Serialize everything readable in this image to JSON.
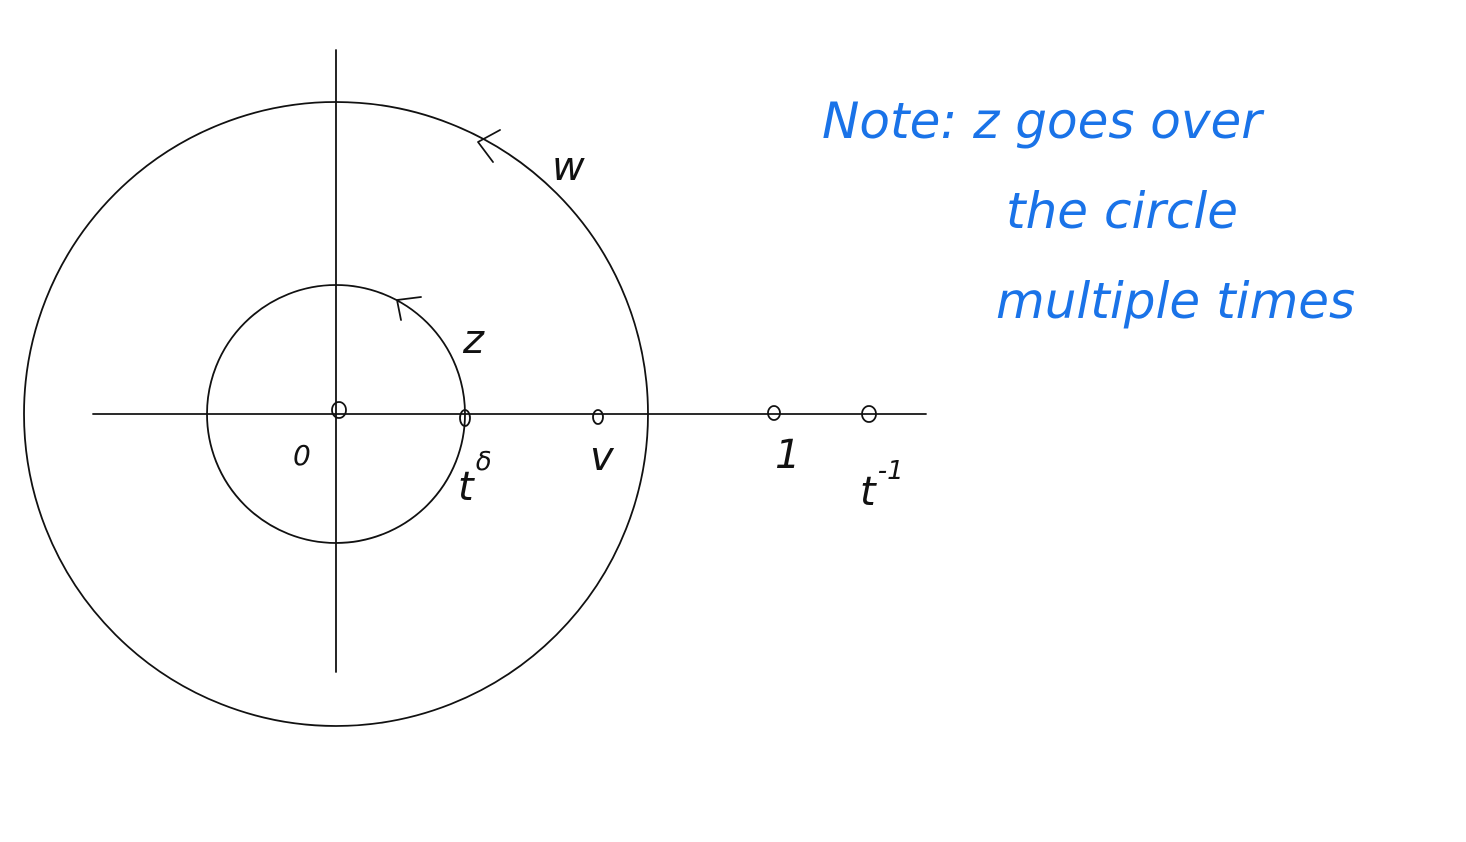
{
  "diagram": {
    "labels": {
      "outer_circle": "w",
      "inner_circle": "z",
      "origin": "0",
      "inner_radius_base": "t",
      "inner_radius_exp": "δ",
      "point_v": "v",
      "point_one": "1",
      "far_point_base": "t",
      "far_point_exp": "-1"
    },
    "ink_color": "#111111"
  },
  "note": {
    "lines": [
      "Note: z goes over",
      "the circle",
      "multiple times"
    ],
    "color": "#1a73e8"
  }
}
